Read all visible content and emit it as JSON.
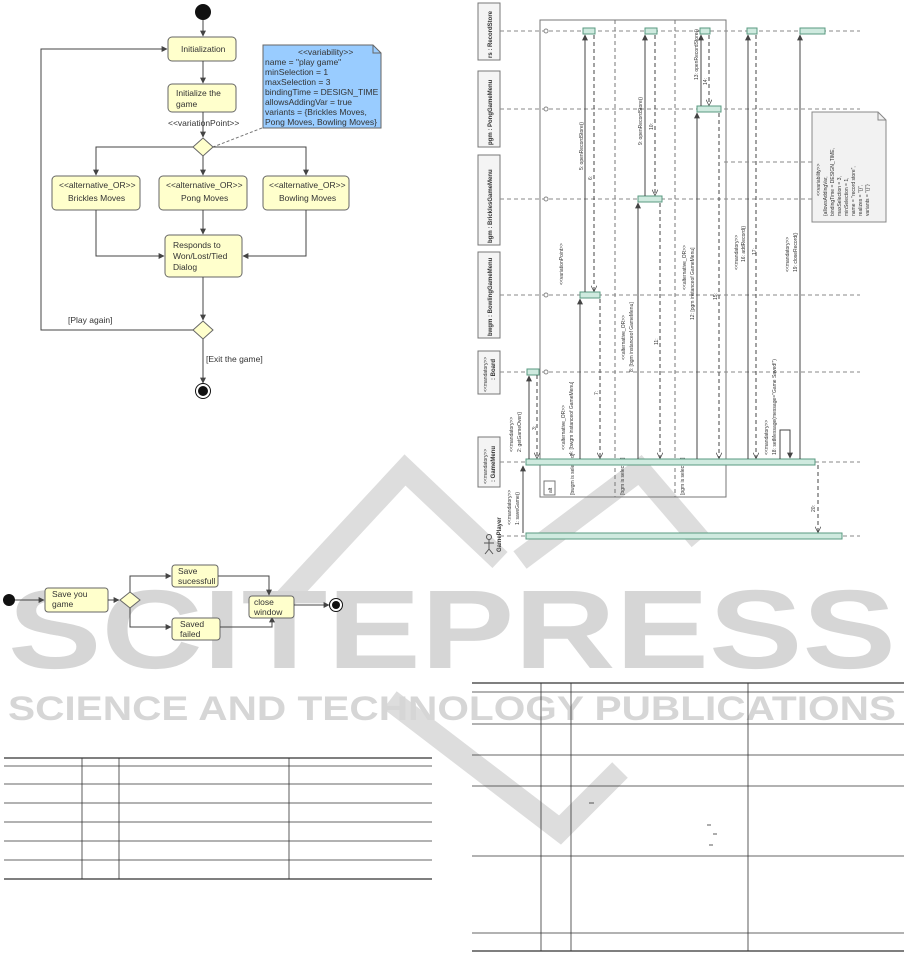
{
  "activity": {
    "initialization": "Initialization",
    "initialize_game": [
      "Initialize the",
      "game"
    ],
    "variation_point": "<<variationPoint>>",
    "variability_note": [
      "<<variability>>",
      "name = \"play game\"",
      "minSelection = 1",
      "maxSelection = 3",
      "bindingTime = DESIGN_TIME",
      "allowsAddingVar = true",
      "variants = {Brickles Moves,",
      "Pong Moves, Bowling Moves}"
    ],
    "alt1": [
      "<<alternative_OR>>",
      "Brickles Moves"
    ],
    "alt2": [
      "<<alternative_OR>>",
      "Pong Moves"
    ],
    "alt3": [
      "<<alternative_OR>>",
      "Bowling Moves"
    ],
    "responds": [
      "Responds to",
      "Won/Lost/Tied",
      "Dialog"
    ],
    "play_again": "[Play again]",
    "exit_game": "[Exit the game]"
  },
  "save_flow": {
    "save_you": [
      "Save you",
      "game"
    ],
    "save_success": [
      "Save",
      "sucessfull"
    ],
    "saved_failed": [
      "Saved",
      "failed"
    ],
    "close_window": [
      "close",
      "window"
    ]
  },
  "sequence": {
    "lifelines": [
      "rs : RecordStore",
      "pgm : PongGameMenu",
      "bgm : BricklesGameMenu",
      "bwgm : BowlingGameMenu",
      "<<mandatory>>",
      ": Board",
      "<<mandatory>>",
      ": GameMenu",
      "GamePlayer"
    ],
    "messages": [
      "5: openRecordStore()",
      "6:",
      "9: openRecordStore()",
      "10:",
      "13: openRecordStore()",
      "14:",
      "<<variationPoint>>",
      "<<alternative_OR>>",
      "12: [pgm instanceof GameMenu]",
      "15:",
      "<<mandatory>>",
      "16: addRecord()",
      "17:",
      "<<mandatory>>",
      "19: closeRecord()",
      "<<mandatory>>",
      "2: getGameOver()",
      "3:",
      "<<alternative_OR>>",
      "4: [bwgm instanceof GameMenu]",
      "7:",
      "<<alternative_OR>>",
      "8: [bgm instanceof GameMenu]",
      "11:",
      "<<mandatory>>",
      "18: setMessage(message=\"Game Saved!\")",
      "<<mandatory>>",
      "1: saveGame()",
      "20:"
    ],
    "guards": [
      "[bwgm is selected]",
      "[bgm is selected]",
      "[pgm is selected]"
    ],
    "frame_tag": "alt",
    "note": [
      "<<variability>>",
      "{allowsAddingVar,",
      "bindingTime = DESIGN_TIME,",
      "maxSelection = 3,",
      "minSelection = 1,",
      "name = \"record store\",",
      "realizes = \"{}\",",
      "variants = \"{}\"}"
    ]
  },
  "watermark": {
    "line1": "SCITEPRESS",
    "line2": "SCIENCE AND TECHNOLOGY PUBLICATIONS"
  }
}
